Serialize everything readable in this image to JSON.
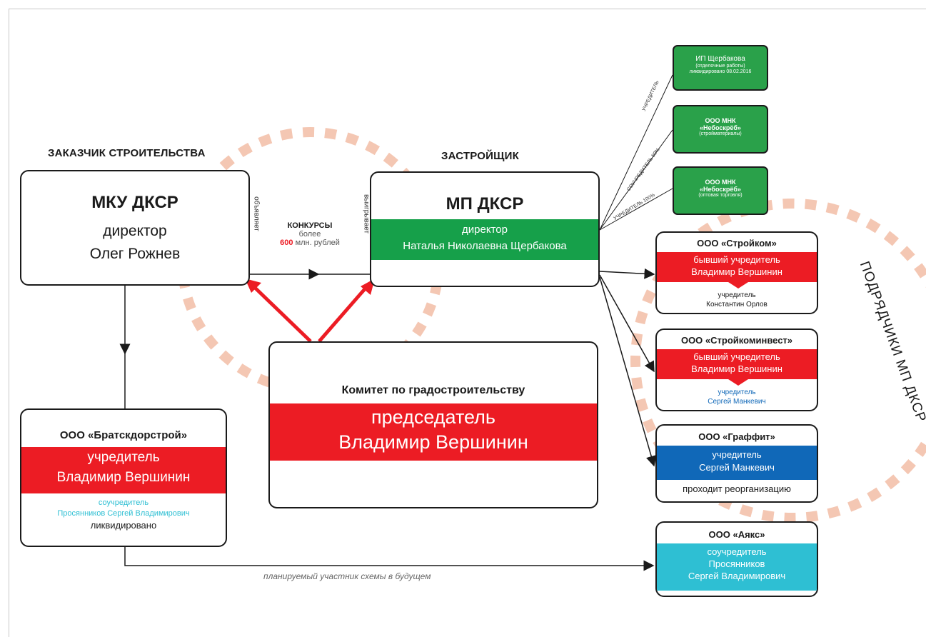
{
  "headings": {
    "customer": "ЗАКАЗЧИК СТРОИТЕЛЬСТВА",
    "developer": "ЗАСТРОЙЩИК",
    "contractors": "ПОДРЯДЧИКИ МП ДКСР"
  },
  "mku": {
    "title": "МКУ ДКСР",
    "role": "директор",
    "name": "Олег Рожнев"
  },
  "mp": {
    "title": "МП ДКСР",
    "role": "директор",
    "name": "Наталья Николаевна Щербакова"
  },
  "contest": {
    "announces": "объявляет",
    "wins": "выигрывает",
    "title": "КОНКУРСЫ",
    "more": "более",
    "amount": "600",
    "unit": "млн. рублей"
  },
  "committee": {
    "title": "Комитет по градостроительству",
    "role": "председатель",
    "name": "Владимир Вершинин"
  },
  "bratsk": {
    "title": "ООО «Братскдорстрой»",
    "role": "учредитель",
    "name": "Владимир Вершинин",
    "co_role": "соучредитель",
    "co_name": "Просянников Сергей Владимирович",
    "status": "ликвидировано"
  },
  "future_caption": "планируемый участник схемы в будущем",
  "green": [
    {
      "title": "ИП Щербакова",
      "sub": "(отделочные работы)",
      "extra": "ликвидировано 08.02.2016",
      "link": "УЧРЕДИТЕЛЬ"
    },
    {
      "title": "ООО МНК",
      "name": "«Небоскрёб»",
      "sub": "(стройматериалы)",
      "link": "СОУЧРЕДИТЕЛЬ 50%"
    },
    {
      "title": "ООО МНК",
      "name": "«Небоскрёб»",
      "sub": "(оптовая торговля)",
      "link": "УЧРЕДИТЕЛЬ 100%"
    }
  ],
  "contractors": [
    {
      "title": "ООО «Стройком»",
      "band1": "бывший учредитель",
      "band2": "Владимир Вершинин",
      "role": "учредитель",
      "name": "Константин Орлов"
    },
    {
      "title": "ООО «Стройкоминвест»",
      "band1": "бывший учредитель",
      "band2": "Владимир Вершинин",
      "role": "учредитель",
      "name": "Сергей Манкевич"
    },
    {
      "title": "ООО «Граффит»",
      "band1": "учредитель",
      "band2": "Сергей Манкевич",
      "status": "проходит реорганизацию"
    }
  ],
  "ajax": {
    "title": "ООО «Аякс»",
    "line1": "соучредитель",
    "line2": "Просянников",
    "line3": "Сергей Владимирович"
  },
  "colors": {
    "red": "#ec1c24",
    "green": "#16a04a",
    "blue": "#1068b8",
    "cyan": "#2ebfd3",
    "peach": "#f4c7b3",
    "dark_green": "#2aa14a"
  }
}
